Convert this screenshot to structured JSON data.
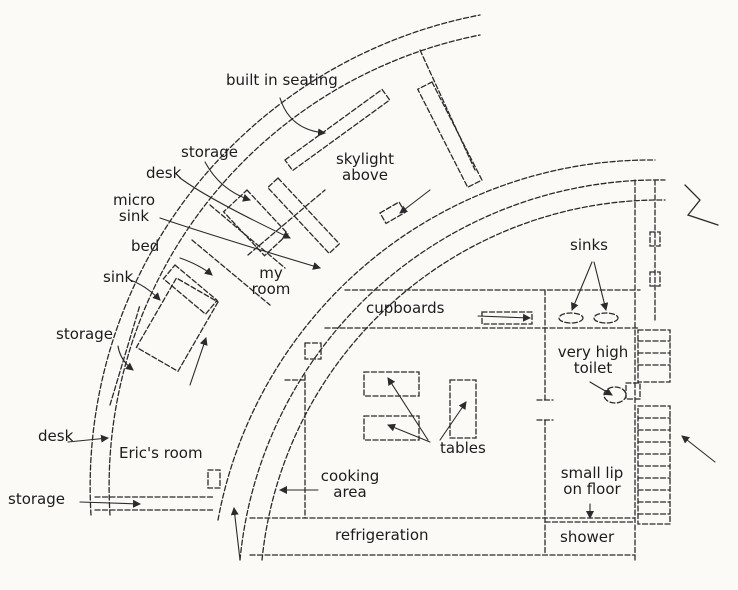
{
  "diagram": {
    "type": "floor-plan",
    "labels": {
      "built_in_seating": "built in seating",
      "storage_top": "storage",
      "skylight": "skylight above",
      "desk_top": "desk",
      "micro_sink": "micro sink",
      "bed": "bed",
      "my_room": "my room",
      "sink_left": "sink",
      "storage_mid": "storage",
      "desk_left": "desk",
      "erics_room": "Eric's room",
      "storage_bottom": "storage",
      "cupboards": "cupboards",
      "sinks": "sinks",
      "very_high_toilet": "very high toilet",
      "tables": "tables",
      "cooking_area": "cooking area",
      "small_lip": "small lip on floor",
      "refrigeration": "refrigeration",
      "shower": "shower"
    },
    "colors": {
      "ink": "#2b2b2b",
      "paper": "#fbfaf7"
    }
  }
}
